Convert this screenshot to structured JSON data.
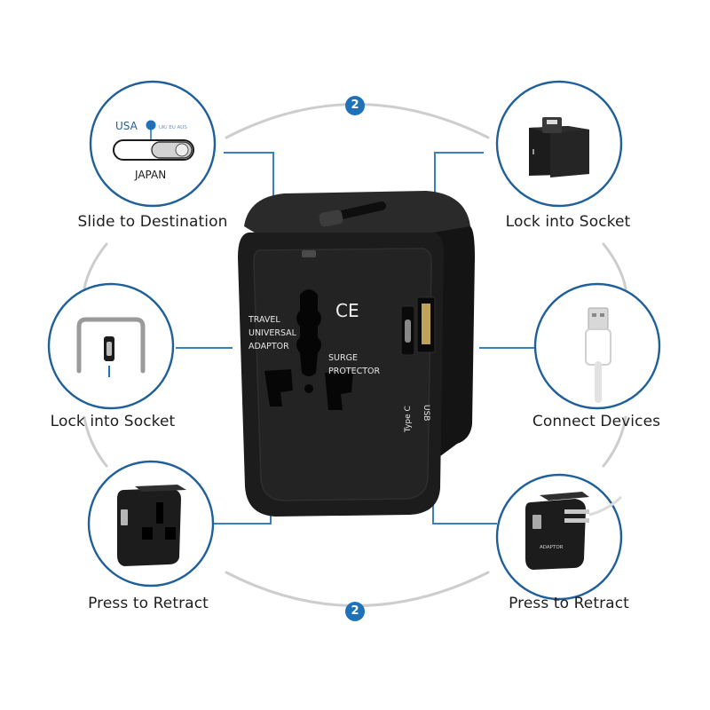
{
  "badges": {
    "top": "2",
    "bottom": "2"
  },
  "captions": {
    "top_left": "Slide to Destination",
    "top_right": "Lock into Socket",
    "mid_left": "Lock into Socket",
    "mid_right": "Connect Devices",
    "bottom_left": "Press to Retract",
    "bottom_right": "Press to Retract"
  },
  "slider_panel": {
    "top_label": "USA",
    "tiny_label": "UK/ EU AUS",
    "bottom_label": "JAPAN"
  },
  "adapter": {
    "ce_mark": "CE",
    "line1": "TRAVEL",
    "line2": "UNIVERSAL",
    "line3": "ADAPTOR",
    "surge1": "SURGE",
    "surge2": "PROTECTOR",
    "usb_label": "USB",
    "typec_label": "Type C"
  },
  "small_adapter_text": "ADAPTOR",
  "colors": {
    "accent_blue": "#1f72b8",
    "ring_blue": "#1f5f9a",
    "connector_grey": "#cfcfcf",
    "device_black": "#1c1c1c"
  }
}
